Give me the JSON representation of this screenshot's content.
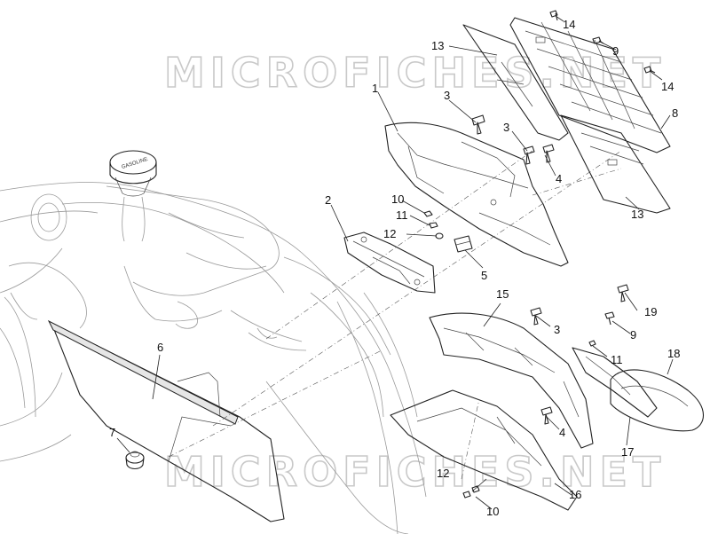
{
  "watermark": {
    "text": "MICROFICHES.NET"
  },
  "diagram": {
    "tank_cap_text": "GASOLINE",
    "callouts": {
      "c1": "1",
      "c2": "2",
      "c3a": "3",
      "c3b": "3",
      "c3c": "3",
      "c4a": "4",
      "c4b": "4",
      "c5": "5",
      "c6": "6",
      "c7": "7",
      "c8": "8",
      "c9a": "9",
      "c9b": "9",
      "c10a": "10",
      "c10b": "10",
      "c11a": "11",
      "c11b": "11",
      "c12a": "12",
      "c12b": "12",
      "c13a": "13",
      "c13b": "13",
      "c14a": "14",
      "c14b": "14",
      "c15": "15",
      "c16": "16",
      "c17": "17",
      "c18": "18",
      "c19": "19"
    }
  }
}
